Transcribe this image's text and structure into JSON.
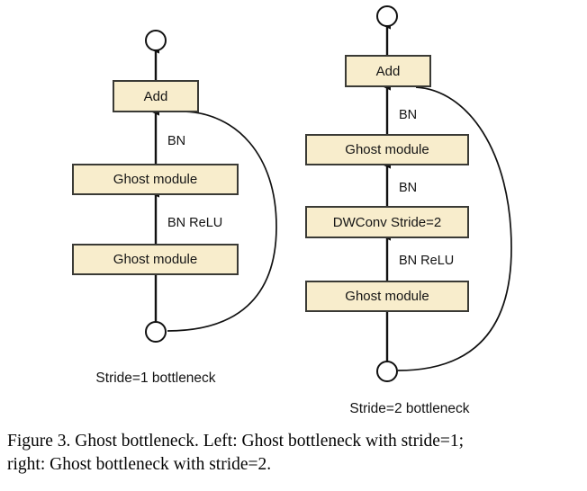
{
  "figure": {
    "caption": "Figure 3. Ghost bottleneck. Left: Ghost bottleneck with stride=1;\nright: Ghost bottleneck with stride=2.",
    "background_color": "#ffffff",
    "box_fill_color": "#F8EDCC",
    "box_stroke_color": "#3a3a35",
    "line_color": "#111111"
  },
  "panels": [
    {
      "id": "stride1",
      "caption": "Stride=1 bottleneck",
      "nodes": [
        {
          "label": "Add",
          "type": "box",
          "kind": "add"
        },
        {
          "label": "Ghost module",
          "type": "box",
          "kind": "ghost"
        },
        {
          "label": "Ghost module",
          "type": "box",
          "kind": "ghost"
        }
      ],
      "terminals": {
        "input": "input-node-circle",
        "output": "output-node-circle"
      },
      "edge_labels": [
        "BN",
        "BN ReLU"
      ],
      "shortcut": "identity-shortcut-curve"
    },
    {
      "id": "stride2",
      "caption": "Stride=2 bottleneck",
      "nodes": [
        {
          "label": "Add",
          "type": "box",
          "kind": "add"
        },
        {
          "label": "Ghost module",
          "type": "box",
          "kind": "ghost"
        },
        {
          "label": "DWConv Stride=2",
          "type": "box",
          "kind": "dwconv"
        },
        {
          "label": "Ghost module",
          "type": "box",
          "kind": "ghost"
        }
      ],
      "terminals": {
        "input": "input-node-circle",
        "output": "output-node-circle"
      },
      "edge_labels": [
        "BN",
        "BN",
        "BN ReLU"
      ],
      "shortcut": "downsample-shortcut-curve"
    }
  ],
  "left": {
    "box_add": "Add",
    "box_ghost_top": "Ghost module",
    "box_ghost_bottom": "Ghost module",
    "label_bn": "BN",
    "label_bn_relu": "BN ReLU",
    "caption": "Stride=1 bottleneck"
  },
  "right": {
    "box_add": "Add",
    "box_ghost_top": "Ghost module",
    "box_dwconv": "DWConv Stride=2",
    "box_ghost_bottom": "Ghost module",
    "label_bn_upper": "BN",
    "label_bn_lower": "BN",
    "label_bn_relu": "BN ReLU",
    "caption": "Stride=2 bottleneck"
  }
}
